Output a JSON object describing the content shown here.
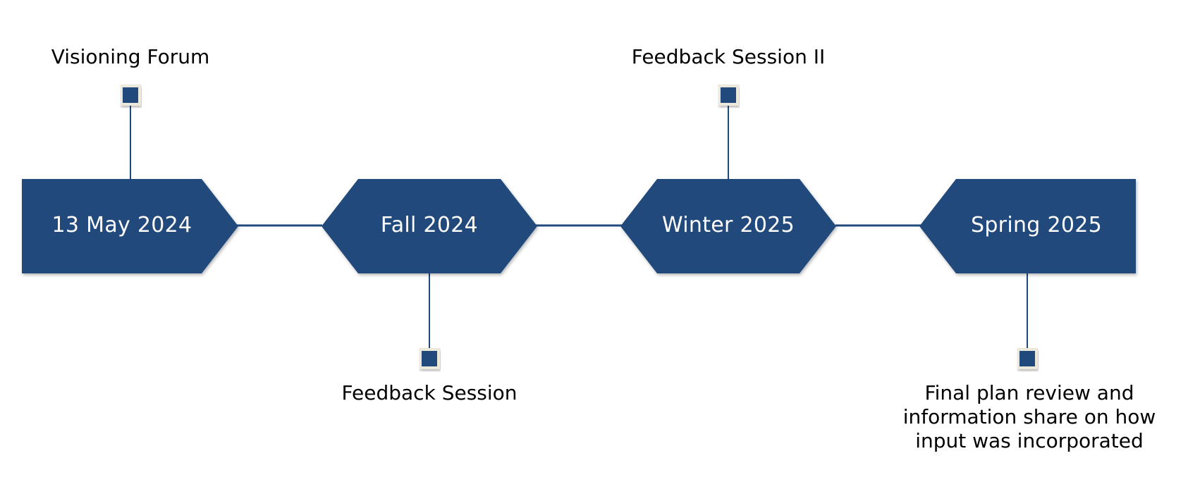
{
  "colors": {
    "shape_fill": "#204a7c",
    "connector": "#204a7c",
    "marker_fill": "#204a7c",
    "marker_border": "#ece9dc",
    "label_text": "#000000",
    "shape_text": "#ffffff"
  },
  "milestones": [
    {
      "label": "13 May 2024",
      "shape": "right-arrow"
    },
    {
      "label": "Fall 2024",
      "shape": "hexagon"
    },
    {
      "label": "Winter 2025",
      "shape": "hexagon"
    },
    {
      "label": "Spring 2025",
      "shape": "left-arrow"
    }
  ],
  "events": [
    {
      "text": "Visioning Forum",
      "position": "above"
    },
    {
      "text": "Feedback Session",
      "position": "below"
    },
    {
      "text": "Feedback Session II",
      "position": "above"
    },
    {
      "text": "Final plan review and information share on how input was incorporated",
      "position": "below"
    }
  ]
}
